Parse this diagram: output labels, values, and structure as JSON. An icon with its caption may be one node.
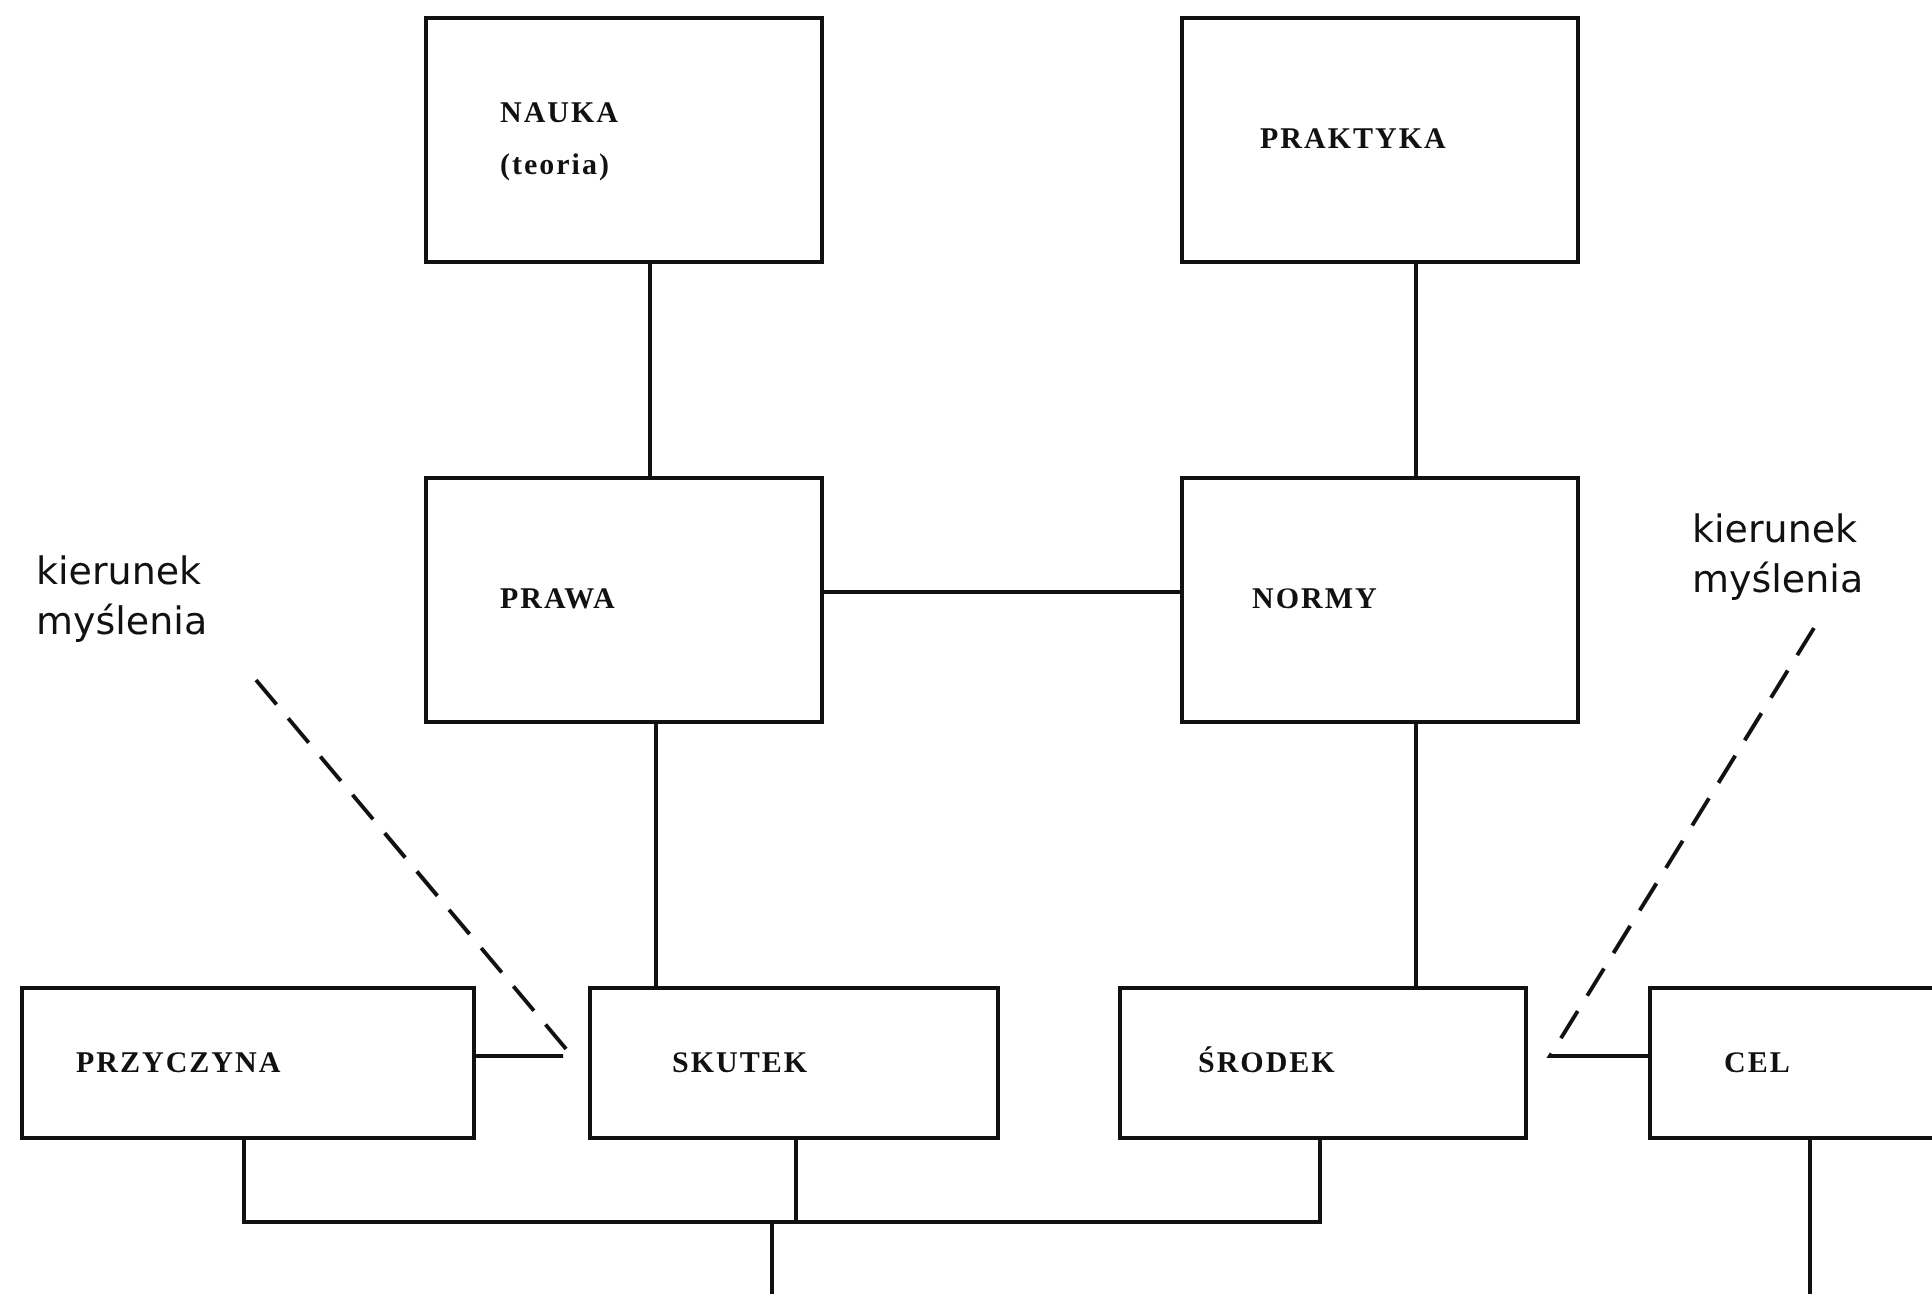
{
  "diagram": {
    "nodes": [
      {
        "text": [
          "NAUKA (teoria)"
        ]
      },
      {
        "text": [
          "PRAKTYKA"
        ]
      },
      {
        "text": [
          "PRAWA"
        ]
      },
      {
        "text": [
          "NORMY"
        ]
      },
      {
        "text": [
          "kierunek myślenia"
        ]
      },
      {
        "text": [
          "kierunek myślenia"
        ]
      },
      {
        "text": [
          "PRZYCZYNA"
        ]
      },
      {
        "text": [
          "SKUTEK"
        ]
      },
      {
        "text": [
          "ŚRODEK"
        ]
      },
      {
        "text": [
          "CEL"
        ]
      }
    ],
    "edges": [
      {
        "from": 0,
        "to": 2,
        "arrow": "none"
      },
      {
        "from": 1,
        "to": 3,
        "arrow": "none"
      },
      {
        "from": 2,
        "to": 3,
        "arrow": "none"
      },
      {
        "from": 2,
        "to": 7,
        "arrow": "none"
      },
      {
        "from": 3,
        "to": 8,
        "arrow": "none"
      },
      {
        "from": 4,
        "to": 6,
        "arrow": "none",
        "style": "dashed"
      },
      {
        "from": 5,
        "to": 9,
        "arrow": "none",
        "style": "dashed"
      },
      {
        "from": 6,
        "to": null,
        "arrow": "none"
      },
      {
        "from": 7,
        "to": null,
        "arrow": "none"
      },
      {
        "from": 8,
        "to": null,
        "arrow": "none"
      },
      {
        "from": 9,
        "to": null,
        "arrow": "none"
      }
    ]
  }
}
